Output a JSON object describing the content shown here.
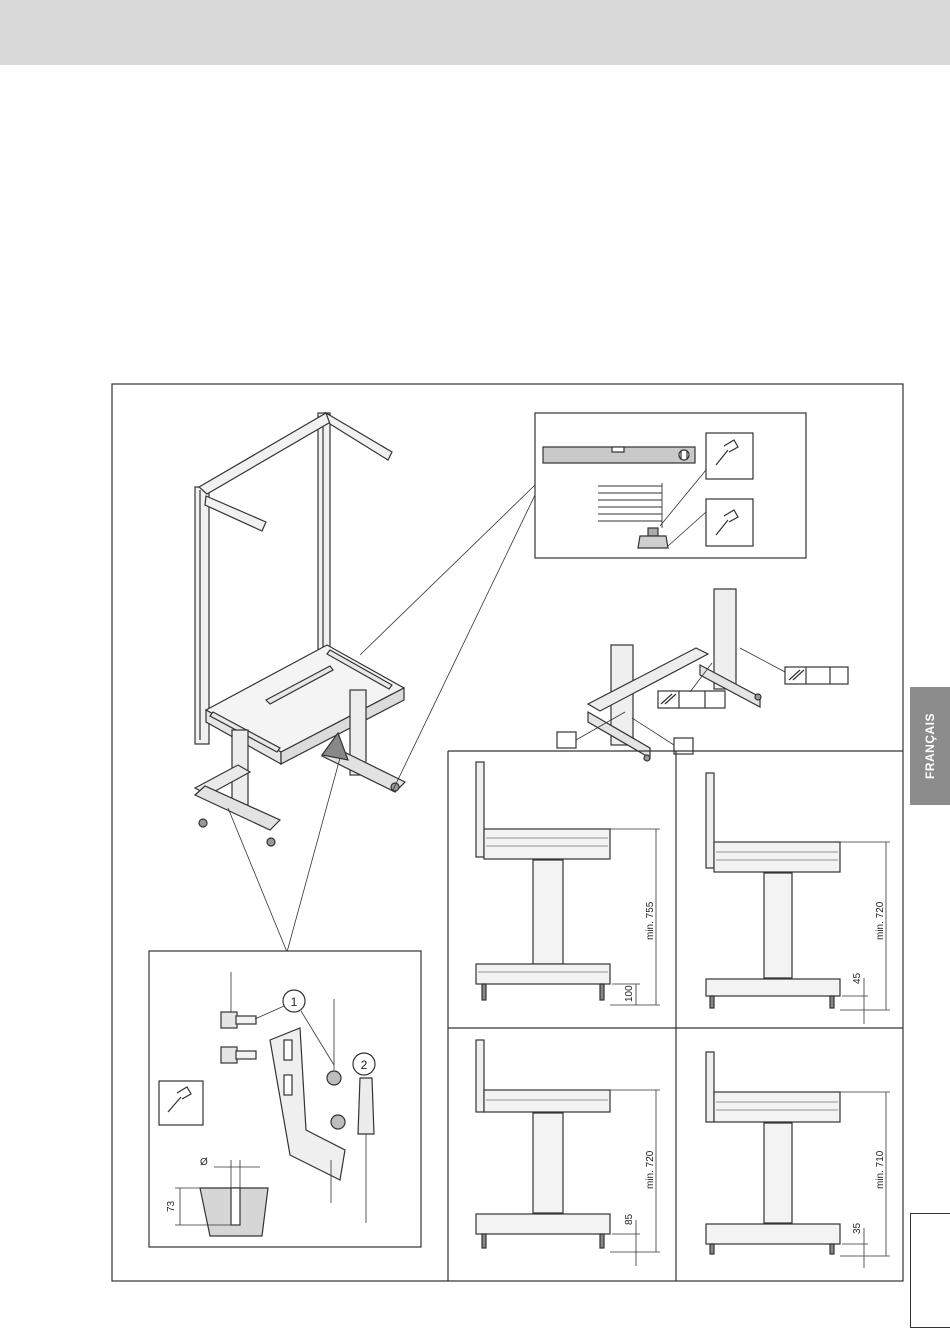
{
  "language_tab": "FRANÇAIS",
  "anchor_callouts": [
    "1",
    "2"
  ],
  "diameter_symbol": "Ø",
  "anchor_depth": "73",
  "height_panels": [
    {
      "height": "min. 755",
      "foot": "100"
    },
    {
      "height": "min. 720",
      "foot": "45"
    },
    {
      "height": "min. 720",
      "foot": "85"
    },
    {
      "height": "min. 710",
      "foot": "35"
    }
  ],
  "icons": [
    "wrench-icon",
    "spirit-level-icon",
    "parallel-icon"
  ]
}
